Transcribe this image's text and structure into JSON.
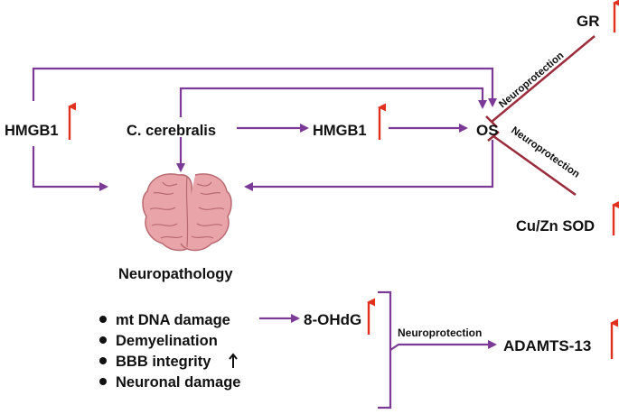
{
  "nodes": {
    "hmgb1_left": "HMGB1",
    "c_cerebralis": "C. cerebralis",
    "hmgb1_mid": "HMGB1",
    "os": "OS",
    "gr": "GR",
    "cuzn_sod": "Cu/Zn SOD",
    "neuropathology": "Neuropathology",
    "ohdg": "8-OHdG",
    "adamts13": "ADAMTS-13"
  },
  "edge_labels": {
    "neuroprotection_gr": "Neuroprotection",
    "neuroprotection_sod": "Neuroprotection",
    "neuroprotection_bottom": "Neuroprotection"
  },
  "bullets": [
    "mt DNA damage",
    "Demyelination",
    "BBB integrity",
    "Neuronal damage"
  ],
  "colors": {
    "arrow_purple": "#7b3a96",
    "inhibit_red": "#9b2c3c",
    "up_arrow_red": "#e0301e",
    "brain_pink": "#e8a4a8"
  },
  "icons": [
    "up-arrow-icon",
    "brain-icon"
  ]
}
